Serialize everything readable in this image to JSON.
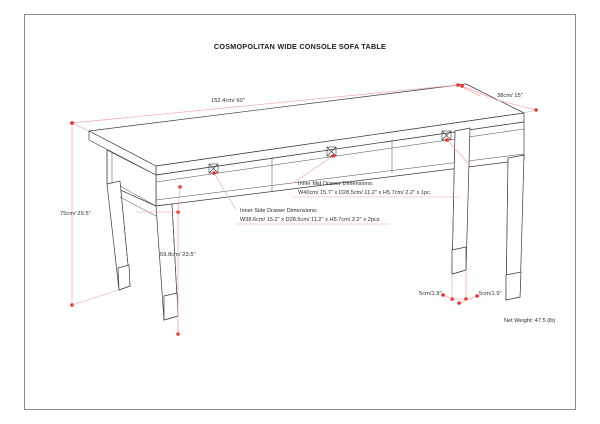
{
  "document": {
    "title": "COSMOPOLITAN WIDE CONSOLE SOFA TABLE",
    "type": "product-dimension-drawing",
    "border_color": "#8b8b8b",
    "dimension_line_color": "#f4a7a7",
    "dimension_marker_color": "#e8302f",
    "outline_color": "#3a3a3a"
  },
  "dimensions": {
    "width": "152.4cm/ 60\"",
    "depth": "38cm/ 15\"",
    "height": "75cm/ 29.5\"",
    "inner_height": "59.8cm/ 23.5\"",
    "foot_left": "5cm/1.9\"",
    "foot_right": "5cm/1.9\""
  },
  "callouts": {
    "mid_drawer": {
      "heading": "Inner Mid Drawer Dimensions:",
      "detail": "W40cm/ 15.7\" x D28.5cm/ 11.2\" x H5.7cm/ 2.2\" x 1pc"
    },
    "side_drawer": {
      "heading": "Inner Side Drawer Dimensions:",
      "detail": "W38.6cm/ 15.2\" x D28.5cm/ 11.2\" x H5.7cm/ 2.2\" x 2pcs"
    }
  },
  "net_weight": "Net Weight:  47.5 (lb)"
}
